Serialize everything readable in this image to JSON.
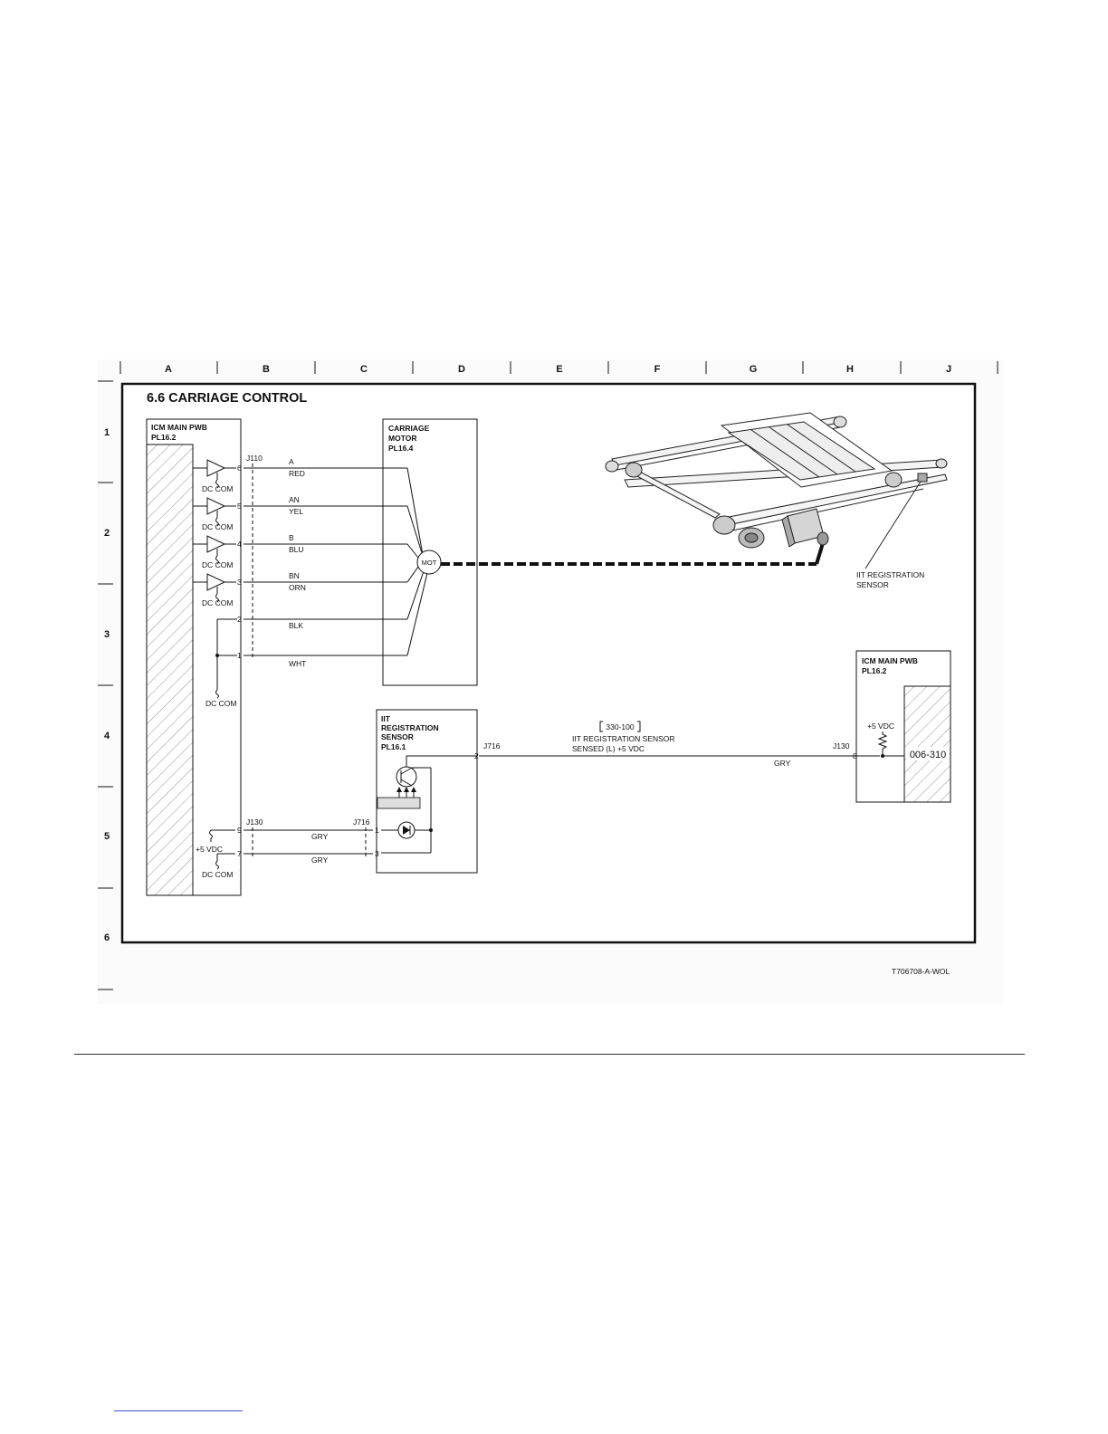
{
  "grid": {
    "columns": [
      "A",
      "B",
      "C",
      "D",
      "E",
      "F",
      "G",
      "H",
      "J"
    ],
    "rows": [
      "1",
      "2",
      "3",
      "4",
      "5",
      "6"
    ]
  },
  "title": "6.6 CARRIAGE CONTROL",
  "icm_left": {
    "line1": "ICM MAIN PWB",
    "line2": "PL16.2"
  },
  "motor_box": {
    "line1": "CARRIAGE",
    "line2": "MOTOR",
    "line3": "PL16.4",
    "mot_label": "MOT"
  },
  "j110": {
    "connector": "J110",
    "pins": [
      "6",
      "5",
      "4",
      "3",
      "2",
      "1"
    ],
    "signals": [
      "A",
      "AN",
      "B",
      "BN",
      "",
      ""
    ],
    "wires": [
      "RED",
      "YEL",
      "BLU",
      "ORN",
      "BLK",
      "WHT"
    ],
    "dc_com": "DC COM"
  },
  "sensor_box": {
    "line1": "IIT",
    "line2": "REGISTRATION",
    "line3": "SENSOR",
    "line4": "PL16.1"
  },
  "j716_right": {
    "connector": "J716",
    "pin": "2"
  },
  "signal": {
    "ref": "330-100",
    "line1": "IIT REGISTRATION SENSOR",
    "line2": "SENSED (L) +5 VDC",
    "wire": "GRY"
  },
  "icm_right": {
    "line1": "ICM MAIN PWB",
    "line2": "PL16.2",
    "vdc": "+5 VDC",
    "connector": "J130",
    "pin": "8",
    "fault_code": "006-310"
  },
  "j130_left": {
    "connector": "J130",
    "pins": [
      "9",
      "7"
    ],
    "vdc": "+5 VDC",
    "dc_com": "DC COM",
    "wires": [
      "GRY",
      "GRY"
    ]
  },
  "j716_left": {
    "connector": "J716",
    "pins": [
      "1",
      "3"
    ]
  },
  "callout": {
    "line1": "IIT REGISTRATION",
    "line2": "SENSOR"
  },
  "figure_id": "T706708-A-WOL"
}
